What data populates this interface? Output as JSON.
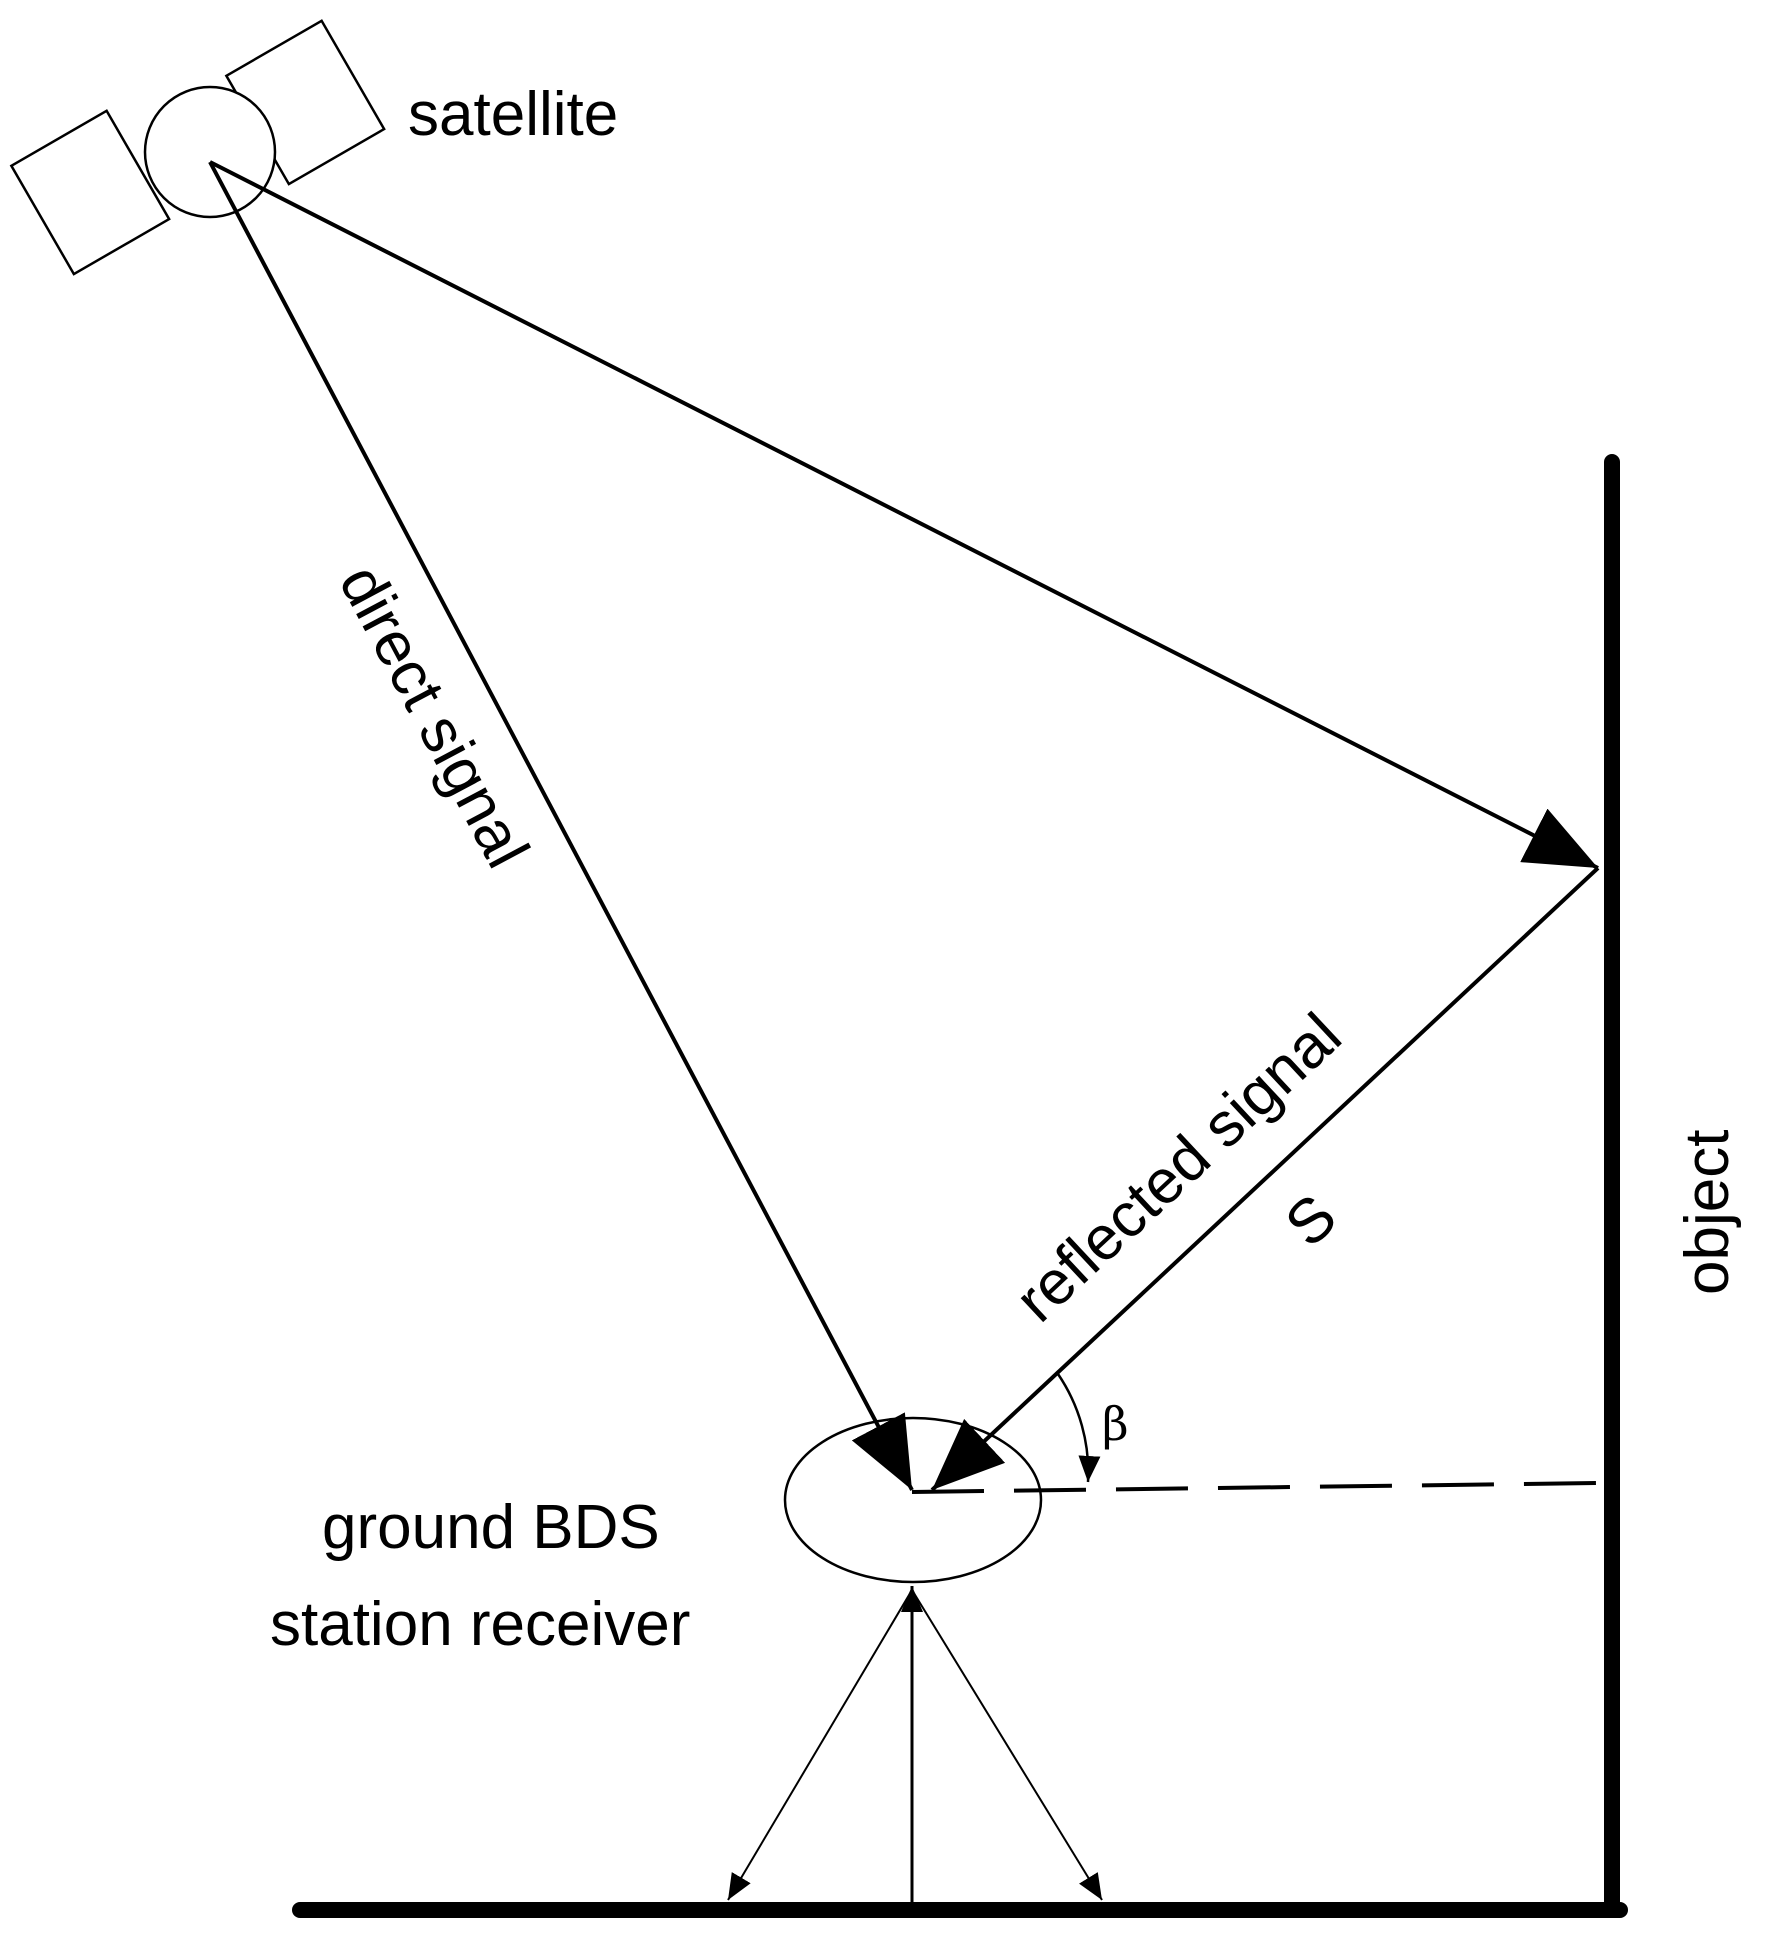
{
  "labels": {
    "satellite": "satellite",
    "direct_signal": "direct signal",
    "reflected_signal": "reflected signal",
    "path_symbol": "S",
    "object": "object",
    "receiver_line1": "ground BDS",
    "receiver_line2": "station receiver",
    "angle_symbol": "β"
  },
  "colors": {
    "ink": "#000000",
    "background": "#ffffff"
  }
}
